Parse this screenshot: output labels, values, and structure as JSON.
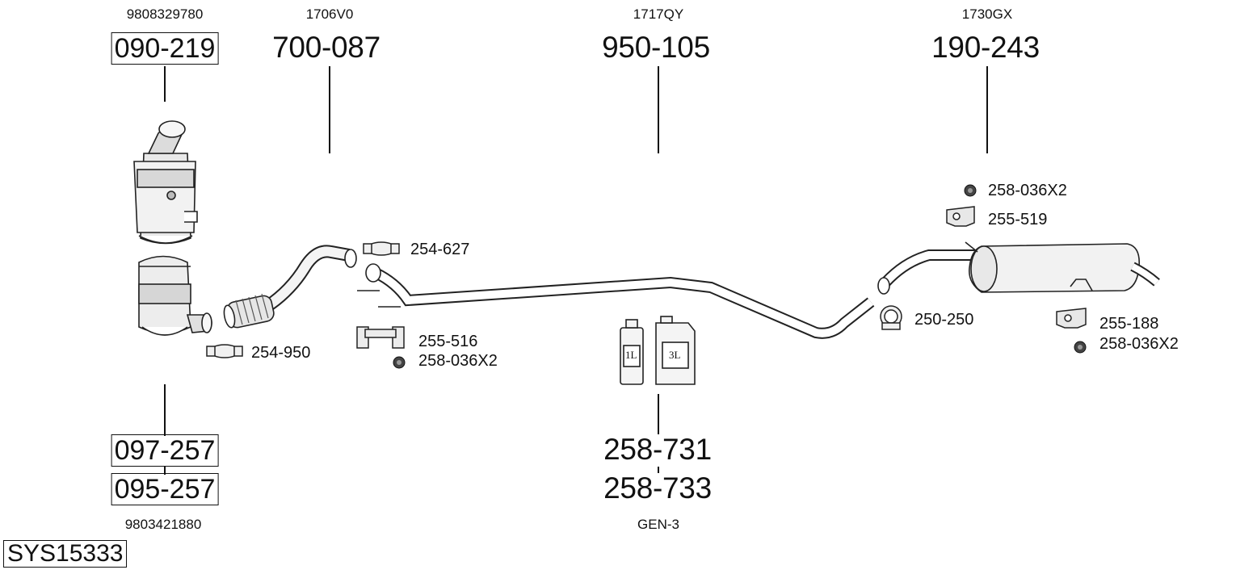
{
  "diagram": {
    "system_code": "SYS15333",
    "columns": [
      {
        "oem": "9808329780",
        "part": "090-219",
        "boxed": true
      },
      {
        "oem": "1706V0",
        "part": "700-087",
        "boxed": false
      },
      {
        "oem": "1717QY",
        "part": "950-105",
        "boxed": false
      },
      {
        "oem": "1730GX",
        "part": "190-243",
        "boxed": false
      }
    ],
    "bottom_left": {
      "parts": [
        "097-257",
        "095-257"
      ],
      "oem": "9803421880"
    },
    "bottom_center": {
      "parts": [
        "258-731",
        "258-733"
      ],
      "note": "GEN-3",
      "can_labels": [
        "1L",
        "3L"
      ]
    },
    "accessories": {
      "clamp_front": "254-950",
      "clamp_mid": "254-627",
      "bracket_mid": "255-516",
      "nut_mid": "258-036X2",
      "clamp_rear": "250-250",
      "nut_rear_top": "258-036X2",
      "hanger_rear_top": "255-519",
      "hanger_rear_bottom": "255-188",
      "nut_rear_bottom": "258-036X2"
    }
  }
}
